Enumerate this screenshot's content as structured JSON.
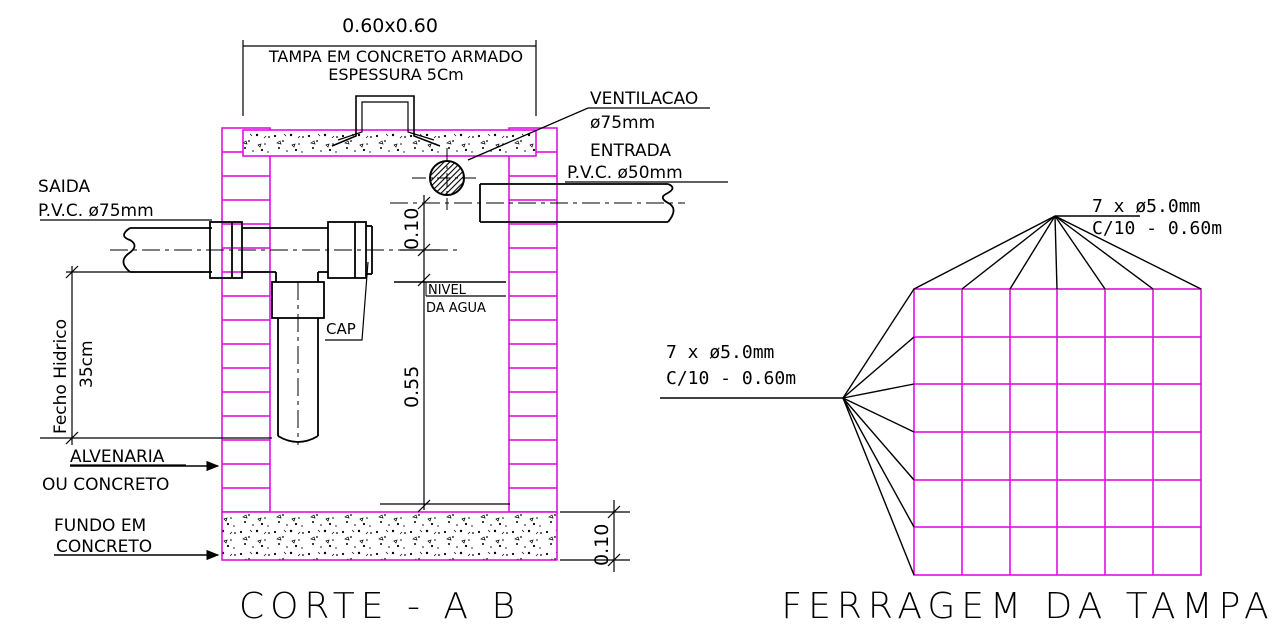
{
  "section": {
    "title": "CORTE - A B",
    "lid_dims": "0.60x0.60",
    "lid_label": "TAMPA EM CONCRETO ARMADO",
    "lid_thickness": "ESPESSURA 5Cm",
    "vent_label": "VENTILACAO",
    "vent_dia": "ø75mm",
    "inlet_label": "ENTRADA",
    "inlet_spec": "P.V.C. ø50mm",
    "outlet_label": "SAIDA",
    "outlet_spec": "P.V.C. ø75mm",
    "dim_top": "0.10",
    "water_level_1": "NIVEL",
    "water_level_2": "DA AGUA",
    "cap_label": "CAP",
    "seal_label": "Fecho Hidrico",
    "seal_value": "35cm",
    "depth": "0.55",
    "wall_label_1": "ALVENARIA",
    "wall_label_2": "OU CONCRETO",
    "base_label_1": "FUNDO EM",
    "base_label_2": "CONCRETO",
    "dim_base": "0.10"
  },
  "reinforcement": {
    "title": "FERRAGEM DA TAMPA",
    "top_count": "7 x ø5.0mm",
    "top_spacing": "C/10 - 0.60m",
    "left_count": "7 x ø5.0mm",
    "left_spacing": "C/10 - 0.60m"
  },
  "colors": {
    "masonry": "#e000e0",
    "lines": "#000000"
  }
}
